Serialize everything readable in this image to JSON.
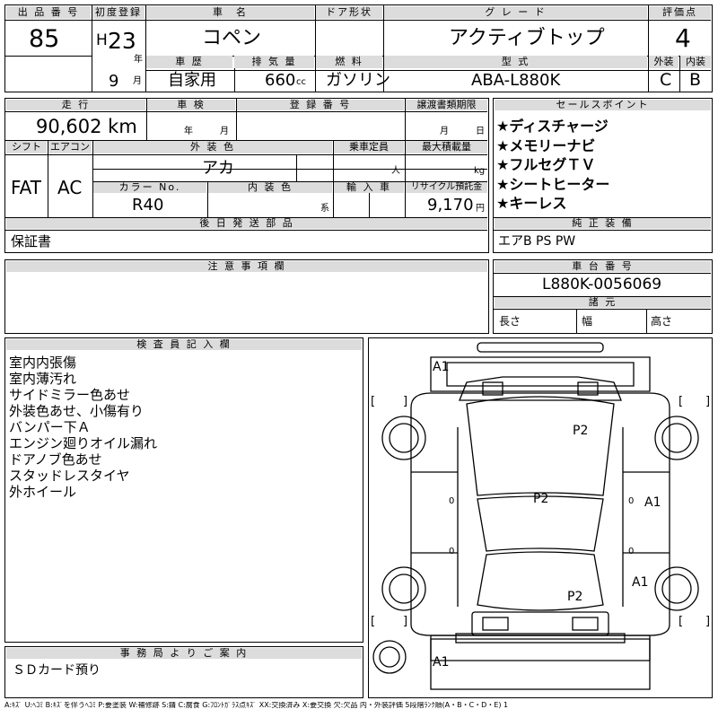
{
  "labels": {
    "lot_no": "出 品 番 号",
    "first_reg": "初度登録",
    "car_name": "車　名",
    "door_type": "ドア形状",
    "grade": "グ レ ー ド",
    "score": "評価点",
    "history": "車 歴",
    "displacement": "排 気 量",
    "fuel": "燃 料",
    "model_code": "型 式",
    "exterior": "外装",
    "interior": "内装",
    "mileage": "走 行",
    "inspection": "車 検",
    "registration_no": "登 録 番 号",
    "transfer_deadline": "譲渡書類期限",
    "sales_points": "セールスポイント",
    "shift": "シフト",
    "aircon": "エアコン",
    "ext_color": "外 装 色",
    "capacity": "乗車定員",
    "max_load": "最大積載量",
    "color_no": "カラー No.",
    "int_color": "内 装 色",
    "import": "輸 入 車",
    "recycle": "リサイクル預託金",
    "later_parts": "後 日 発 送 部 品",
    "genuine_equipment": "純 正 装 備",
    "notes": "注 意 事 項 欄",
    "chassis_no": "車 台 番 号",
    "specs": "諸 元",
    "inspector": "検 査 員 記 入 欄",
    "office": "事 務 局 よ り ご 案 内"
  },
  "values": {
    "lot_no": "85",
    "era": "H",
    "year": "23",
    "year_unit": "年",
    "month": "9",
    "month_unit": "月",
    "car_name": "コペン",
    "grade": "アクティブトップ",
    "score": "4",
    "history": "自家用",
    "displacement": "660",
    "displacement_unit": "cc",
    "fuel": "ガソリン",
    "model_code": "ABA-L880K",
    "exterior_score": "C",
    "interior_score": "B",
    "mileage": "90,602 km",
    "inspection_year": "年",
    "inspection_month": "月",
    "transfer_month": "月",
    "transfer_day": "日",
    "shift": "FAT",
    "aircon": "AC",
    "ext_color": "アカ",
    "capacity_unit": "人",
    "max_load_unit": "kg",
    "color_no": "R40",
    "int_color_unit": "系",
    "recycle": "9,170",
    "recycle_unit": "円",
    "later_parts": "保証書",
    "genuine_equipment": "エアB PS PW",
    "chassis_no": "L880K-0056069",
    "length": "長さ",
    "width": "幅",
    "height": "高さ",
    "office_note": "ＳＤカード預り"
  },
  "sales_points": [
    "★ディスチャージ",
    "★メモリーナビ",
    "★フルセグＴＶ",
    "★シートヒーター",
    "★キーレス"
  ],
  "inspector_notes": [
    "室内内張傷",
    "室内薄汚れ",
    "サイドミラー色あせ",
    "外装色あせ、小傷有り",
    "バンパー下Ａ",
    "エンジン廻りオイル漏れ",
    "ドアノブ色あせ",
    "スタッドレスタイヤ",
    "外ホイール"
  ],
  "diagram": {
    "marks": [
      "A1",
      "P2",
      "P2",
      "A1",
      "A1",
      "P2",
      "A1"
    ],
    "bracket_open": "[",
    "bracket_close": "]",
    "zero": "0"
  },
  "legend": "A:ｷｽﾞ U:ﾍｺﾐ B:ｷｽﾞを伴うﾍｺﾐ P:要塗装 W:補修跡 S:錆 C:腐食 G:ﾌﾛﾝﾄｶﾞﾗｽ点ｷｽﾞ XX:交換済み X:要交換 欠:欠品 内・外装評価 5段階ﾗﾝｸ順(A・B・C・D・E) 1"
}
